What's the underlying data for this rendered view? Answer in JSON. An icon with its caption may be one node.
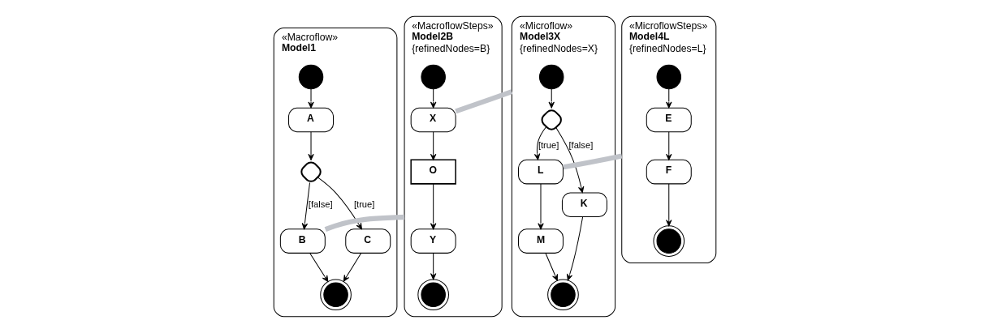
{
  "diagram": {
    "nodes": [
      {
        "text": [
          "«Macroflow»",
          "Model1"
        ]
      },
      {
        "text": [],
        "shape": "circle",
        "in": 0
      },
      {
        "text": [
          "A"
        ],
        "in": 0
      },
      {
        "text": [],
        "shape": "diamond",
        "in": 0
      },
      {
        "text": [
          "B"
        ],
        "in": 0
      },
      {
        "text": [
          "C"
        ],
        "in": 0
      },
      {
        "text": [],
        "shape": "bullseye",
        "in": 0
      },
      {
        "text": [
          "«MacroflowSteps»",
          "Model2B",
          "{refinedNodes=B}"
        ]
      },
      {
        "text": [],
        "shape": "circle",
        "in": 7
      },
      {
        "text": [
          "X"
        ],
        "in": 7
      },
      {
        "text": [
          "O"
        ],
        "in": 7
      },
      {
        "text": [
          "Y"
        ],
        "in": 7
      },
      {
        "text": [],
        "shape": "bullseye",
        "in": 7
      },
      {
        "text": [
          "«Microflow»",
          "Model3X",
          "{refinedNodes=X}"
        ]
      },
      {
        "text": [],
        "shape": "circle",
        "in": 13
      },
      {
        "text": [],
        "shape": "diamond",
        "in": 13
      },
      {
        "text": [
          "L"
        ],
        "in": 13
      },
      {
        "text": [
          "K"
        ],
        "in": 13
      },
      {
        "text": [
          "M"
        ],
        "in": 13
      },
      {
        "text": [],
        "shape": "bullseye",
        "in": 13
      },
      {
        "text": [
          "«MicroflowSteps»",
          "Model4L",
          "{refinedNodes=L}"
        ]
      },
      {
        "text": [],
        "shape": "circle",
        "in": 20
      },
      {
        "text": [
          "E"
        ],
        "in": 20
      },
      {
        "text": [
          "F"
        ],
        "in": 20
      },
      {
        "text": [],
        "shape": "bullseye",
        "in": 20
      }
    ],
    "edges": [
      {
        "from": 1,
        "to": 2,
        "arrow": "to"
      },
      {
        "from": 2,
        "to": 3,
        "arrow": "to"
      },
      {
        "from": 3,
        "to": 4,
        "arrow": "to",
        "label": "[false]"
      },
      {
        "from": 3,
        "to": 5,
        "arrow": "to",
        "label": "[true]"
      },
      {
        "from": 5,
        "to": 6,
        "arrow": "to"
      },
      {
        "from": 4,
        "to": 6,
        "arrow": "to"
      },
      {
        "from": 4,
        "to": 7,
        "arrow": "none",
        "style": "thick",
        "color": "#c0c3c9"
      },
      {
        "from": 8,
        "to": 9,
        "arrow": "to"
      },
      {
        "from": 9,
        "to": 10,
        "arrow": "to"
      },
      {
        "from": 10,
        "to": 11,
        "arrow": "to"
      },
      {
        "from": 11,
        "to": 12,
        "arrow": "to"
      },
      {
        "from": 9,
        "to": 13,
        "arrow": "none",
        "style": "thick",
        "color": "#c0c3c9"
      },
      {
        "from": 14,
        "to": 15,
        "arrow": "to"
      },
      {
        "from": 15,
        "to": 16,
        "arrow": "to",
        "label": "[true]"
      },
      {
        "from": 15,
        "to": 17,
        "arrow": "to",
        "label": "[false]"
      },
      {
        "from": 16,
        "to": 18,
        "arrow": "to"
      },
      {
        "from": 17,
        "to": 19,
        "arrow": "to"
      },
      {
        "from": 18,
        "to": 19,
        "arrow": "to"
      },
      {
        "from": 16,
        "to": 20,
        "arrow": "none",
        "style": "thick",
        "color": "#c0c3c9"
      },
      {
        "from": 21,
        "to": 22,
        "arrow": "to"
      },
      {
        "from": 22,
        "to": 23,
        "arrow": "to"
      },
      {
        "from": 23,
        "to": 24,
        "arrow": "to"
      }
    ]
  }
}
